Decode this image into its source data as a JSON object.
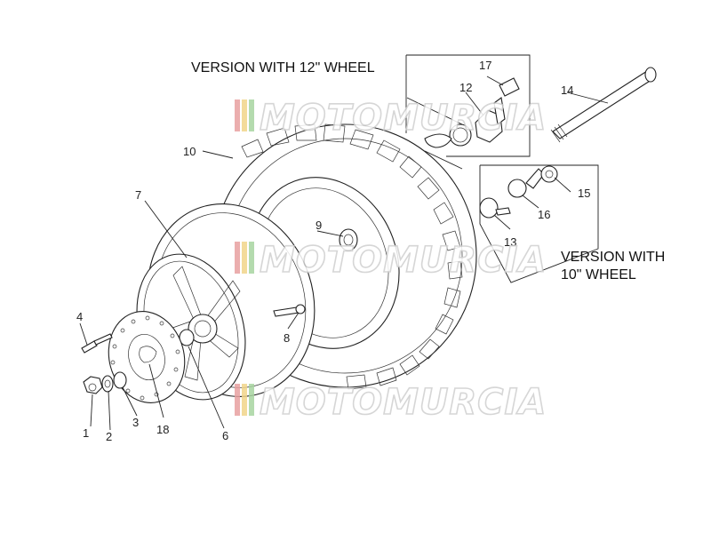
{
  "headings": {
    "version_12": "VERSION WITH 12\" WHEEL",
    "version_10_line1": "VERSION WITH",
    "version_10_line2": "10\" WHEEL"
  },
  "watermark": {
    "text": "MOTOMURCIA",
    "stripe_colors": [
      "#e8a0a0",
      "#f1d58a",
      "#a8d5a0"
    ]
  },
  "callouts": {
    "c1": "1",
    "c2": "2",
    "c3": "3",
    "c4": "4",
    "c6": "6",
    "c7": "7",
    "c8": "8",
    "c9": "9",
    "c10": "10",
    "c12": "12",
    "c13": "13",
    "c14": "14",
    "c15": "15",
    "c16": "16",
    "c17": "17",
    "c18": "18"
  },
  "colors": {
    "line": "#222222",
    "background": "#ffffff"
  }
}
